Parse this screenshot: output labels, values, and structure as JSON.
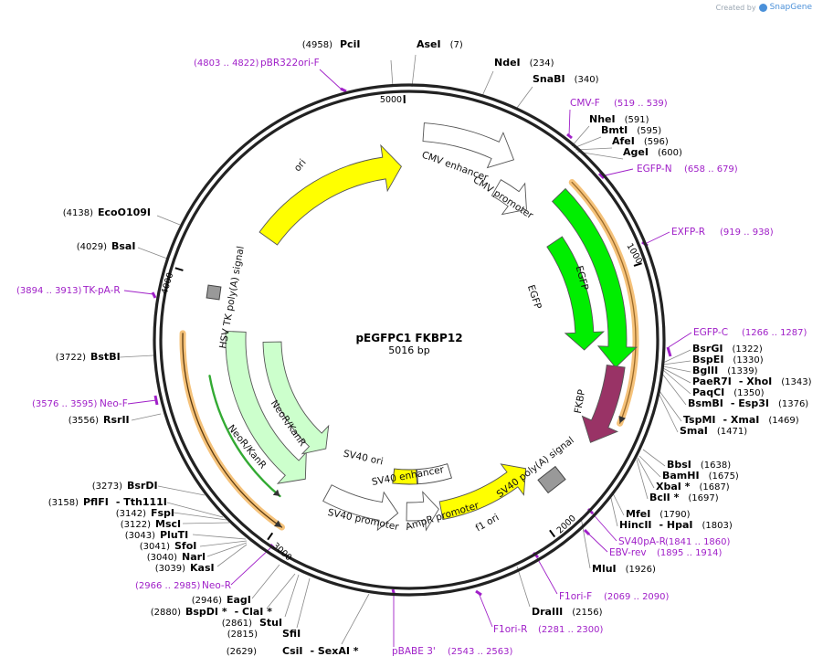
{
  "credit": {
    "prefix": "Created by",
    "brand": "SnapGene"
  },
  "plasmid": {
    "name": "pEGFPC1 FKBP12",
    "length": "5016 bp"
  },
  "ticks": [
    "5000",
    "1000",
    "2000",
    "3000",
    "4000"
  ],
  "sites": [
    {
      "key": "pci",
      "pos": "(4958)",
      "name": "PciI",
      "name2": ""
    },
    {
      "key": "ase",
      "pos": "(7)",
      "name": "AseI",
      "name2": ""
    },
    {
      "key": "nde",
      "pos": "(234)",
      "name": "NdeI",
      "name2": ""
    },
    {
      "key": "snab",
      "pos": "(340)",
      "name": "SnaBI",
      "name2": ""
    },
    {
      "key": "nhe",
      "pos": "(591)",
      "name": "NheI",
      "name2": ""
    },
    {
      "key": "bmt",
      "pos": "(595)",
      "name": "BmtI",
      "name2": ""
    },
    {
      "key": "afe",
      "pos": "(596)",
      "name": "AfeI",
      "name2": ""
    },
    {
      "key": "age",
      "pos": "(600)",
      "name": "AgeI",
      "name2": ""
    },
    {
      "key": "bsrg",
      "pos": "(1322)",
      "name": "BsrGI",
      "name2": ""
    },
    {
      "key": "bspe",
      "pos": "(1330)",
      "name": "BspEI",
      "name2": ""
    },
    {
      "key": "bgl",
      "pos": "(1339)",
      "name": "BglII",
      "name2": ""
    },
    {
      "key": "paer",
      "pos": "(1343)",
      "name": "PaeR7I",
      "name2": "- XhoI"
    },
    {
      "key": "paqc",
      "pos": "(1350)",
      "name": "PaqCI",
      "name2": ""
    },
    {
      "key": "bsmb",
      "pos": "(1376)",
      "name": "BsmBI",
      "name2": "- Esp3I"
    },
    {
      "key": "tspm",
      "pos": "(1469)",
      "name": "TspMI",
      "name2": "- XmaI"
    },
    {
      "key": "sma",
      "pos": "(1471)",
      "name": "SmaI",
      "name2": ""
    },
    {
      "key": "bbs",
      "pos": "(1638)",
      "name": "BbsI",
      "name2": ""
    },
    {
      "key": "bamh",
      "pos": "(1675)",
      "name": "BamHI",
      "name2": ""
    },
    {
      "key": "xba",
      "pos": "(1687)",
      "name": "XbaI *",
      "name2": ""
    },
    {
      "key": "bcl",
      "pos": "(1697)",
      "name": "BclI *",
      "name2": ""
    },
    {
      "key": "mfe",
      "pos": "(1790)",
      "name": "MfeI",
      "name2": ""
    },
    {
      "key": "hinc",
      "pos": "(1803)",
      "name": "HincII",
      "name2": "- HpaI"
    },
    {
      "key": "mlu",
      "pos": "(1926)",
      "name": "MluI",
      "name2": ""
    },
    {
      "key": "dra",
      "pos": "(2156)",
      "name": "DraIII",
      "name2": ""
    },
    {
      "key": "csi",
      "pos": "(2629)",
      "name": "CsiI",
      "name2": "- SexAI *"
    },
    {
      "key": "sfi",
      "pos": "(2815)",
      "name": "SfiI",
      "name2": ""
    },
    {
      "key": "stu",
      "pos": "(2861)",
      "name": "StuI",
      "name2": ""
    },
    {
      "key": "bspd",
      "pos": "(2880)",
      "name": "BspDI *",
      "name2": "- ClaI *"
    },
    {
      "key": "eag",
      "pos": "(2946)",
      "name": "EagI",
      "name2": ""
    },
    {
      "key": "kas",
      "pos": "(3039)",
      "name": "KasI",
      "name2": ""
    },
    {
      "key": "nar",
      "pos": "(3040)",
      "name": "NarI",
      "name2": ""
    },
    {
      "key": "sfo",
      "pos": "(3041)",
      "name": "SfoI",
      "name2": ""
    },
    {
      "key": "plut",
      "pos": "(3043)",
      "name": "PluTI",
      "name2": ""
    },
    {
      "key": "msc",
      "pos": "(3122)",
      "name": "MscI",
      "name2": ""
    },
    {
      "key": "fsp",
      "pos": "(3142)",
      "name": "FspI",
      "name2": ""
    },
    {
      "key": "pflf",
      "pos": "(3158)",
      "name": "PflFI",
      "name2": "- Tth111I"
    },
    {
      "key": "bsrd",
      "pos": "(3273)",
      "name": "BsrDI",
      "name2": ""
    },
    {
      "key": "rsr",
      "pos": "(3556)",
      "name": "RsrII",
      "name2": ""
    },
    {
      "key": "bstb",
      "pos": "(3722)",
      "name": "BstBI",
      "name2": ""
    },
    {
      "key": "bsa",
      "pos": "(4029)",
      "name": "BsaI",
      "name2": ""
    },
    {
      "key": "eco",
      "pos": "(4138)",
      "name": "EcoO109I",
      "name2": ""
    }
  ],
  "primers": [
    {
      "key": "pbr",
      "name": "pBR322ori-F",
      "range": "(4803 .. 4822)"
    },
    {
      "key": "cmvf",
      "name": "CMV-F",
      "range": "(519 .. 539)"
    },
    {
      "key": "egfpn",
      "name": "EGFP-N",
      "range": "(658 .. 679)"
    },
    {
      "key": "exfpr",
      "name": "EXFP-R",
      "range": "(919 .. 938)"
    },
    {
      "key": "egfpc",
      "name": "EGFP-C",
      "range": "(1266 .. 1287)"
    },
    {
      "key": "sv40pa",
      "name": "SV40pA-R",
      "range": "(1841 .. 1860)"
    },
    {
      "key": "ebv",
      "name": "EBV-rev",
      "range": "(1895 .. 1914)"
    },
    {
      "key": "f1f",
      "name": "F1ori-F",
      "range": "(2069 .. 2090)"
    },
    {
      "key": "f1r",
      "name": "F1ori-R",
      "range": "(2281 .. 2300)"
    },
    {
      "key": "pbabe",
      "name": "pBABE 3'",
      "range": "(2543 .. 2563)"
    },
    {
      "key": "neor",
      "name": "Neo-R",
      "range": "(2966 .. 2985)"
    },
    {
      "key": "neof",
      "name": "Neo-F",
      "range": "(3576 .. 3595)"
    },
    {
      "key": "tkpa",
      "name": "TK-pA-R",
      "range": "(3894 .. 3913)"
    }
  ],
  "features": [
    {
      "key": "ori",
      "label": "ori",
      "color": "#ffff00"
    },
    {
      "key": "cmvenh",
      "label": "CMV enhancer",
      "color": "#ffffff"
    },
    {
      "key": "cmvpro",
      "label": "CMV promoter",
      "color": "#ffffff"
    },
    {
      "key": "egfp1",
      "label": "EGFP",
      "color": "#00ee00"
    },
    {
      "key": "egfp2",
      "label": "EGFP",
      "color": "#00ee00"
    },
    {
      "key": "fkbp",
      "label": "FKBP",
      "color": "#993366"
    },
    {
      "key": "sv40pa",
      "label": "SV40 poly(A) signal",
      "color": "#999999"
    },
    {
      "key": "f1ori",
      "label": "f1 ori",
      "color": "#ffff00"
    },
    {
      "key": "amprpro",
      "label": "AmpR promoter",
      "color": "#ffffff"
    },
    {
      "key": "sv40pro",
      "label": "SV40 promoter",
      "color": "#ffffff"
    },
    {
      "key": "sv40ori",
      "label": "SV40 ori",
      "color": "#ffff00"
    },
    {
      "key": "sv40enh",
      "label": "SV40 enhancer",
      "color": "#ffffff"
    },
    {
      "key": "neo1",
      "label": "NeoR/KanR",
      "color": "#ccffcc"
    },
    {
      "key": "neo2",
      "label": "NeoR/KanR",
      "color": "#ccffcc"
    },
    {
      "key": "hsvtk",
      "label": "HSV TK poly(A) signal",
      "color": "#999999"
    }
  ]
}
